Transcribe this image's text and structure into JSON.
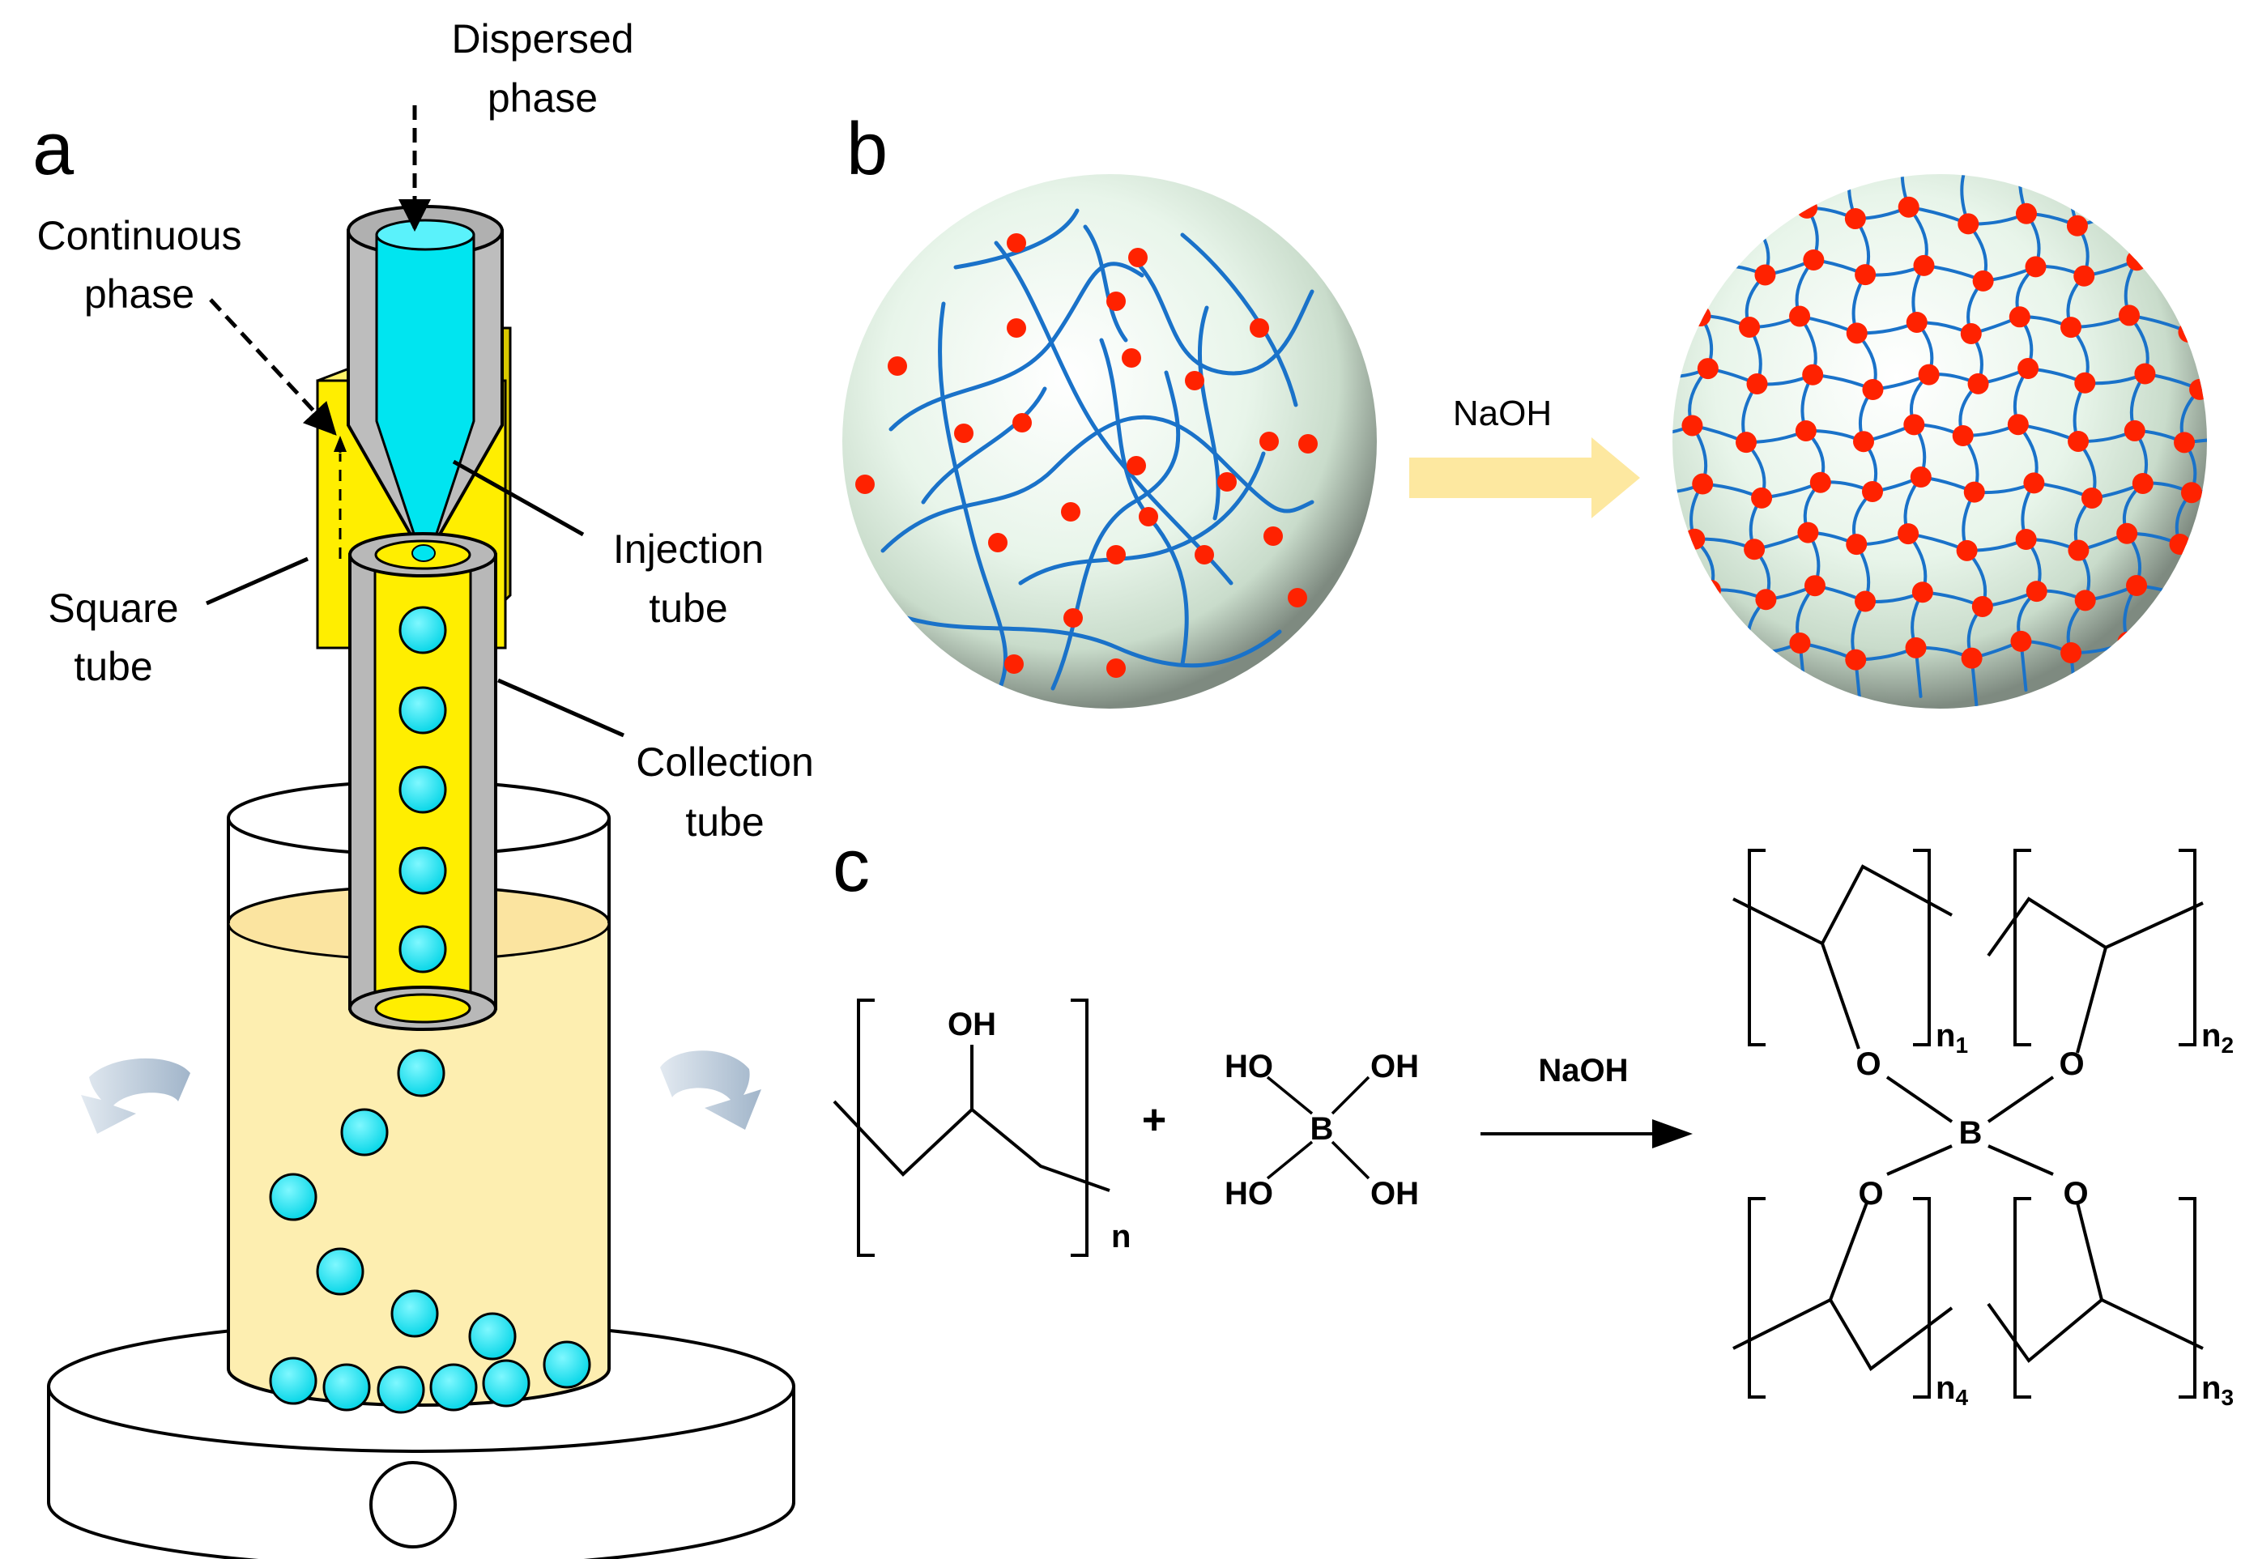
{
  "panels": {
    "a": {
      "letter": "a",
      "labels": {
        "dispersed_1": "Dispersed",
        "dispersed_2": "phase",
        "continuous_1": "Continuous",
        "continuous_2": "phase",
        "injection_1": "Injection",
        "injection_2": "tube",
        "square_1": "Square",
        "square_2": "tube",
        "collection_1": "Collection",
        "collection_2": "tube"
      }
    },
    "b": {
      "letter": "b",
      "arrow_label": "NaOH"
    },
    "c": {
      "letter": "c",
      "reagent_arrow_label": "NaOH",
      "pva": {
        "oh": "OH",
        "n": "n"
      },
      "plus": "+",
      "boric_acid": {
        "ho_tl": "HO",
        "oh_tr": "OH",
        "b": "B",
        "ho_bl": "HO",
        "oh_br": "OH"
      },
      "product": {
        "b": "B",
        "o": "O",
        "n": "n",
        "subs": [
          "1",
          "2",
          "3",
          "4"
        ]
      }
    }
  },
  "colors": {
    "cyan": "#00e5f0",
    "yellow_block": "#ffee00",
    "liquid": "#fdeeb0",
    "tube_gray": "#b8b8b8",
    "fiber_blue": "#1a72c9",
    "dot_red": "#ff2200",
    "bead_fill": "#e6f5e8",
    "arrow_yellow": "#fde8a0",
    "rotation_arrow": "#b8c8d8"
  }
}
